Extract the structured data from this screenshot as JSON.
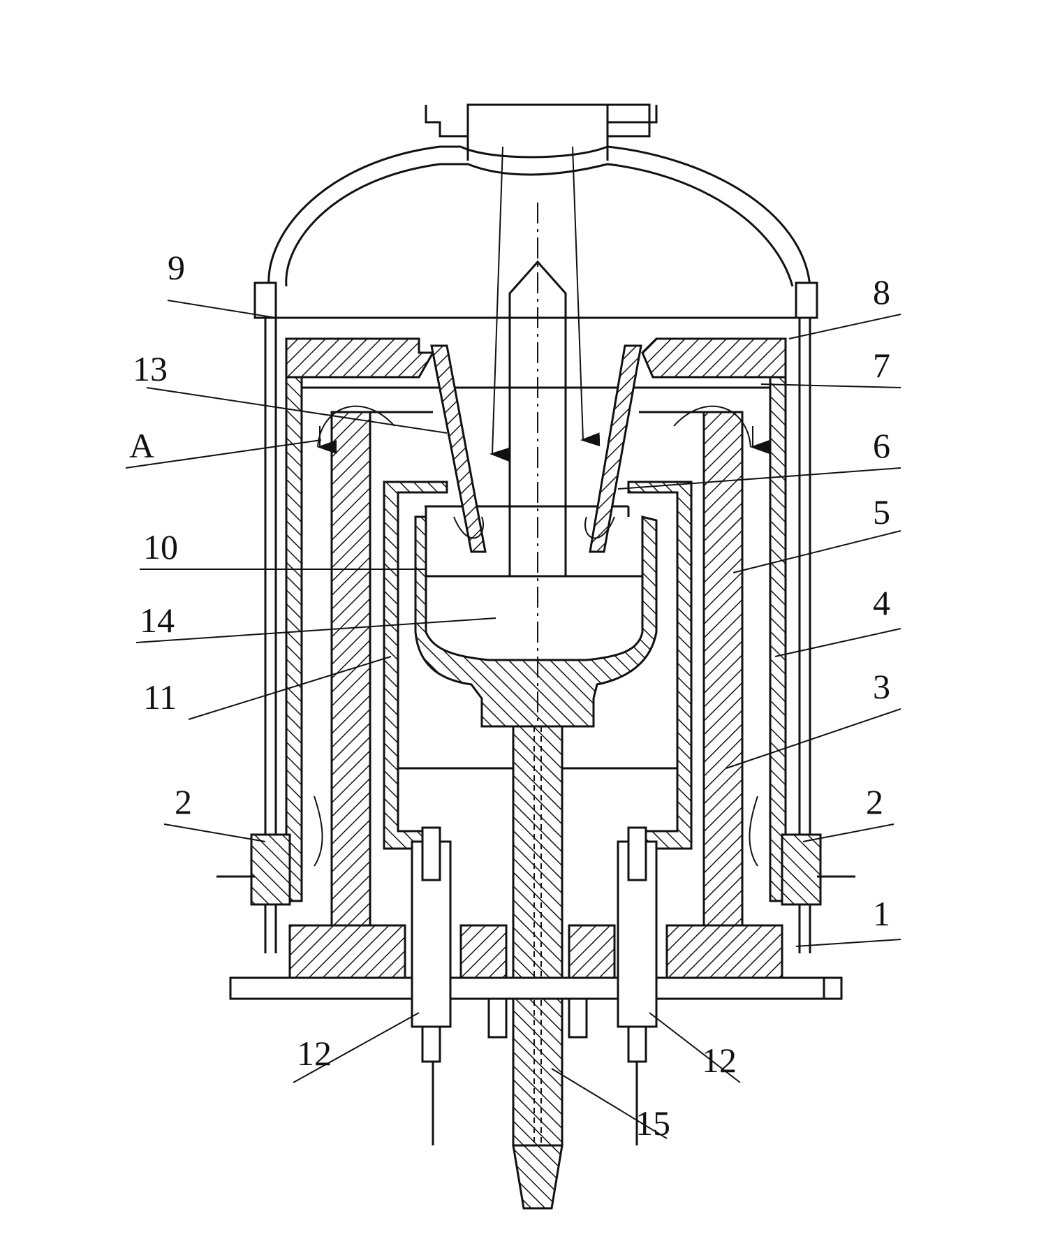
{
  "diagram": {
    "labels": {
      "l1": "1",
      "l2_left": "2",
      "l2_right": "2",
      "l3": "3",
      "l4": "4",
      "l5": "5",
      "l6": "6",
      "l7": "7",
      "l8": "8",
      "l9": "9",
      "l10": "10",
      "l11": "11",
      "l12_left": "12",
      "l12_right": "12",
      "l13": "13",
      "l14": "14",
      "l15": "15",
      "lA": "A"
    },
    "colors": {
      "ink": "#111111",
      "paper": "#ffffff"
    }
  }
}
